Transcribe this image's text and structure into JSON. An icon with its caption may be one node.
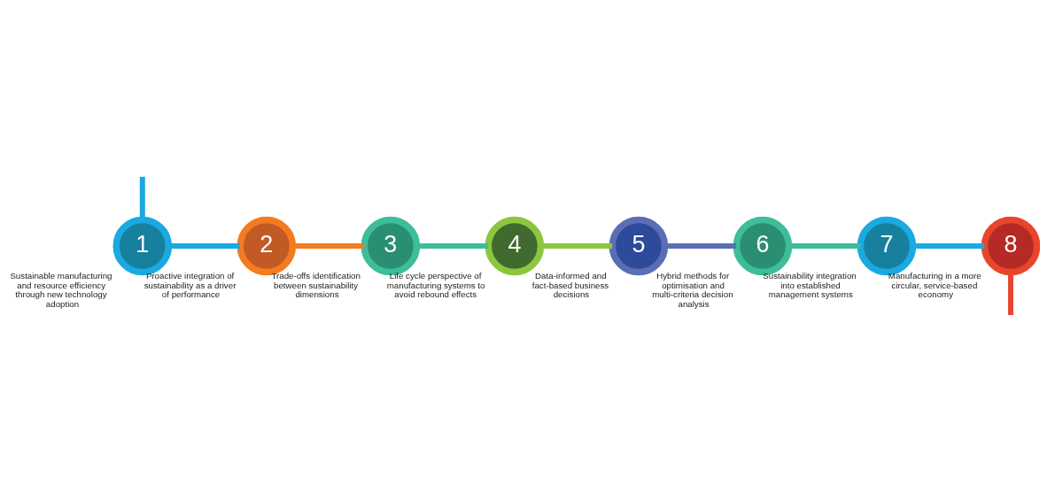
{
  "diagram": {
    "nodes": [
      {
        "text": [
          "1"
        ],
        "beside": [
          "Sustainable manufacturing and resource efficiency through new technology adoption"
        ]
      },
      {
        "text": [
          "2"
        ],
        "beside": [
          "Proactive integration of sustainability as a driver of performance"
        ]
      },
      {
        "text": [
          "3"
        ],
        "beside": [
          "Trade-offs identification between sustainability dimensions"
        ]
      },
      {
        "text": [
          "4"
        ],
        "beside": [
          "Life cycle perspective of manufacturing systems to avoid rebound effects"
        ]
      },
      {
        "text": [
          "5"
        ],
        "beside": [
          "Data-informed and fact-based business decisions"
        ]
      },
      {
        "text": [
          "6"
        ],
        "beside": [
          "Hybrid methods for optimisation and multi-criteria decision analysis"
        ]
      },
      {
        "text": [
          "7"
        ],
        "beside": [
          "Sustainability integration into established management systems"
        ]
      },
      {
        "text": [
          "8"
        ],
        "beside": [
          "Manufacturing in a more circular, service-based economy"
        ]
      }
    ],
    "edges": [
      {
        "from": null,
        "to": 0,
        "arrow": "none",
        "color": "#1ba9e1"
      },
      {
        "from": 0,
        "to": 1,
        "arrow": "none",
        "color": "#1ba9e1"
      },
      {
        "from": 1,
        "to": 2,
        "arrow": "none",
        "color": "#f47b20"
      },
      {
        "from": 2,
        "to": 3,
        "arrow": "none",
        "color": "#3dbd9a"
      },
      {
        "from": 3,
        "to": 4,
        "arrow": "none",
        "color": "#8cc63f"
      },
      {
        "from": 4,
        "to": 5,
        "arrow": "none",
        "color": "#5a6db5"
      },
      {
        "from": 5,
        "to": 6,
        "arrow": "none",
        "color": "#3dbd9a"
      },
      {
        "from": 6,
        "to": 7,
        "arrow": "none",
        "color": "#1ba9e1"
      },
      {
        "from": 7,
        "to": null,
        "arrow": "none",
        "color": "#e8452c"
      }
    ]
  }
}
